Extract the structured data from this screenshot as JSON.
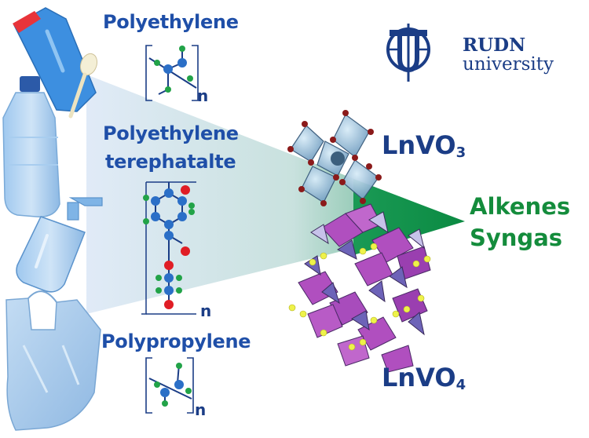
{
  "polymers": {
    "pe": {
      "name": "Polyethylene",
      "repeat": "n"
    },
    "pet": {
      "line1": "Polyethylene",
      "line2": "terephatalte",
      "repeat": "n"
    },
    "pp": {
      "name": "Polypropylene",
      "repeat": "n"
    }
  },
  "catalysts": {
    "perovskite": {
      "base": "LnVO",
      "sub": "3"
    },
    "zircon": {
      "base": "LnVO",
      "sub": "4"
    }
  },
  "products": [
    "Alkenes",
    "Syngas"
  ],
  "brand": {
    "name": "RUDN",
    "subtitle": "university"
  },
  "colors": {
    "label_blue": "#1f4fa8",
    "product_green": "#148c3c",
    "brand_navy": "#1b3d86",
    "atom_green": "#22a348",
    "atom_blue": "#2b6fc7",
    "atom_red": "#e01d25",
    "cone_green": "#0e8f47"
  },
  "icons": [
    "detergent-bottle-icon",
    "spoon-icon",
    "water-bottle-icon",
    "soap-dispenser-icon",
    "plastic-bag-icon",
    "rudn-logo-icon"
  ]
}
